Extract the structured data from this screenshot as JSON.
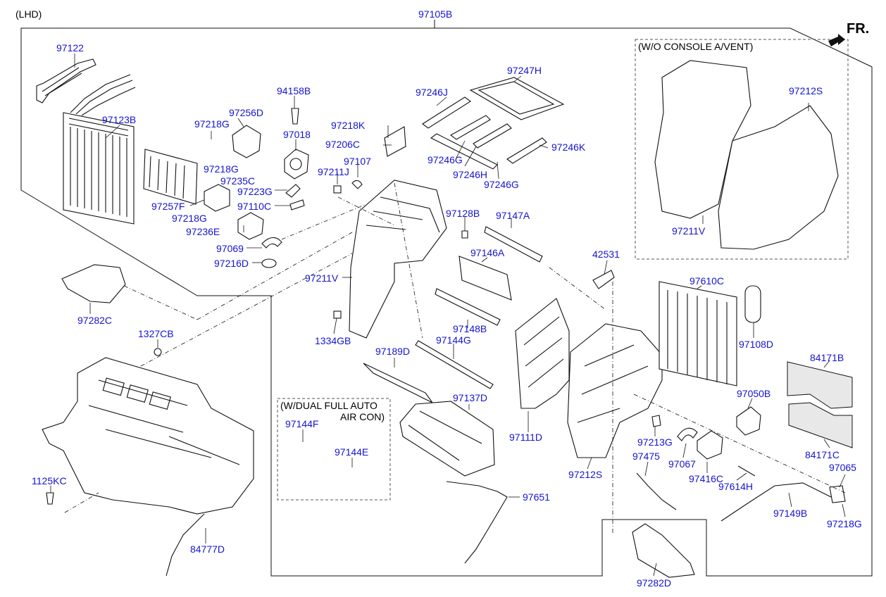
{
  "header": {
    "drive_side": "(LHD)",
    "front_marker": "FR."
  },
  "notes": {
    "wo_console": "(W/O CONSOLE A/VENT)",
    "dual_auto_line1": "(W/DUAL FULL AUTO",
    "dual_auto_line2": "AIR CON)"
  },
  "parts": {
    "p97105B": "97105B",
    "p97122": "97122",
    "p97123B": "97123B",
    "p94158B": "94158B",
    "p97256D": "97256D",
    "p97218G_a": "97218G",
    "p97018": "97018",
    "p97218K": "97218K",
    "p97206C": "97206C",
    "p97218G_b": "97218G",
    "p97235C": "97235C",
    "p97211J": "97211J",
    "p97107": "97107",
    "p97223G": "97223G",
    "p97257F": "97257F",
    "p97110C": "97110C",
    "p97218G_c": "97218G",
    "p97236E": "97236E",
    "p97069": "97069",
    "p97216D": "97216D",
    "p97246J": "97246J",
    "p97247H": "97247H",
    "p97246G_a": "97246G",
    "p97246H": "97246H",
    "p97246G_b": "97246G",
    "p97246K": "97246K",
    "p97128B": "97128B",
    "p97147A": "97147A",
    "p97146A": "97146A",
    "p97211V_a": "97211V",
    "p97282C": "97282C",
    "p1334GB": "1334GB",
    "p97148B": "97148B",
    "p97144G": "97144G",
    "p97189D": "97189D",
    "p1327CB": "1327CB",
    "p97137D": "97137D",
    "p97144F": "97144F",
    "p97144E": "97144E",
    "p97111D": "97111D",
    "p1125KC": "1125KC",
    "p84777D": "84777D",
    "p97651": "97651",
    "p42531": "42531",
    "p97610C": "97610C",
    "p97108D": "97108D",
    "p97212S_a": "97212S",
    "p97211V_b": "97211V",
    "p84171B": "84171B",
    "p97050B": "97050B",
    "p97213G": "97213G",
    "p97067": "97067",
    "p97475": "97475",
    "p97212S_b": "97212S",
    "p97416C": "97416C",
    "p97614H": "97614H",
    "p84171C": "84171C",
    "p97065": "97065",
    "p97149B": "97149B",
    "p97218G_d": "97218G",
    "p97282D": "97282D"
  }
}
